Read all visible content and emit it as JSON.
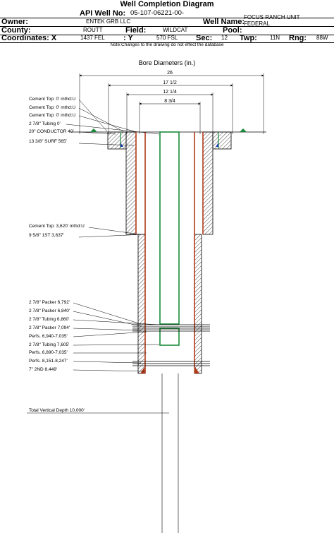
{
  "title": "Well Completion Diagram",
  "header": {
    "api_label": "API Well No:",
    "api_value": "05-107-06221-00-",
    "owner_label": "Owner:",
    "owner_value": "ENTEK GRB LLC",
    "well_name_label": "Well Name:",
    "well_name_value": "FOCUS RANCH UNIT FEDERAL",
    "county_label": "County:",
    "county_value": "ROUTT",
    "field_label": "Field:",
    "field_value": "WILDCAT",
    "pool_label": "Pool:",
    "pool_value": "",
    "coord_x_label": "Coordinates: X",
    "coord_x_value": "1437 FEL",
    "coord_y_label": ": Y",
    "coord_y_value": "570 FSL",
    "sec_label": "Sec:",
    "sec_value": "12",
    "twp_label": "Twp:",
    "twp_value": "11N",
    "rng_label": "Rng:",
    "rng_value": "88W"
  },
  "note": "Note:Changes to the drawing do not effect the database",
  "bore_title": "Bore Diameters (in.)",
  "bore_diameters": [
    "26",
    "17 1/2",
    "12 1/4",
    "8 3/4"
  ],
  "annotations": [
    "Cement Top: 0' mthd:U",
    "Cement Top: 0' mthd:U",
    "Cement Top: 0' mthd:U",
    "2 7/8\" Tubing 0'",
    "20\" CONDUCTOR  40'",
    "13 3/8\" SURF        565'",
    "Cement Top: 3,620' mthd:U",
    "9 5/8\" 1ST            3,637'",
    "2 7/8\" Packer 6,792'",
    "2 7/8\" Packer 6,840'",
    "2 7/8\" Tubing 6,860'",
    "2 7/8\" Packer 7,094'",
    "Perfs. 6,940-7,035'",
    "2 7/8\" Tubing 7,605'",
    "Perfs. 6,890-7,035'",
    "Perfs. 8,151-8,247'",
    "7\" 2ND         8,449'",
    "Total Vertical Depth 10,000'"
  ],
  "colors": {
    "tubing": "#1a8a3a",
    "casing": "#b03a1a",
    "cement_marker": "#1a3ab0",
    "hatch": "#000000"
  }
}
